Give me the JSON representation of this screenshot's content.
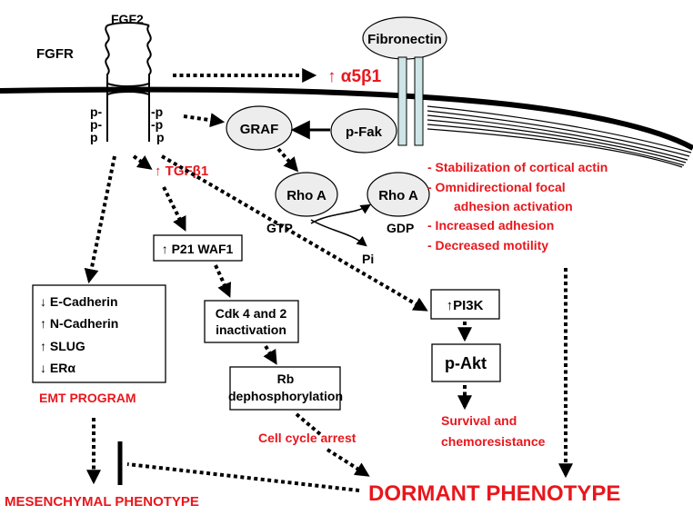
{
  "receptor": {
    "fgfr": "FGFR",
    "fgf2": "FGF2",
    "p": "p",
    "p_left": "p-",
    "p_right": "-p"
  },
  "fibronectin": "Fibronectin",
  "integrin": "↑ α5β1",
  "graf": "GRAF",
  "pfak": "p-Fak",
  "rhoa_gtp": "Rho A",
  "rhoa_gdp": "Rho A",
  "gtp": "GTP",
  "gdp": "GDP",
  "pi": "Pi",
  "effects": [
    "- Stabilization of cortical actin",
    "- Omnidirectional focal",
    "adhesion activation",
    "- Increased adhesion",
    "- Decreased motility"
  ],
  "tgfb1": "↑ TGFβ1",
  "p21": "↑ P21 WAF1",
  "emt_markers": [
    "↓ E-Cadherin",
    "↑ N-Cadherin",
    "↑ SLUG",
    "↓ ERα"
  ],
  "emt_program": "EMT PROGRAM",
  "cdk": [
    "Cdk 4 and 2",
    "inactivation"
  ],
  "rb": [
    "Rb",
    "dephosphorylation"
  ],
  "cell_cycle_arrest": "Cell cycle arrest",
  "pi3k": "↑PI3K",
  "pakt": "p-Akt",
  "survival": [
    "Survival and",
    "chemoresistance"
  ],
  "mesenchymal": "MESENCHYMAL PHENOTYPE",
  "dormant": "DORMANT PHENOTYPE",
  "colors": {
    "red": "#e8171d",
    "black": "#000000",
    "integrin": "#cfe4e6",
    "node_fill": "#ededed"
  }
}
